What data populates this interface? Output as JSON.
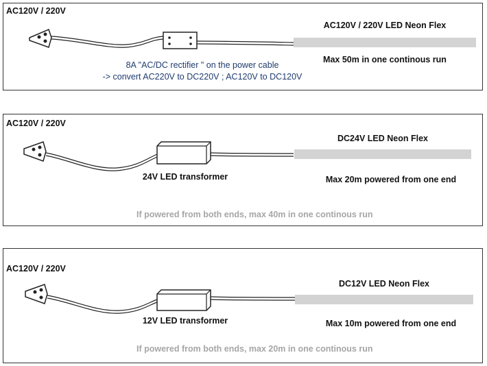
{
  "panels": [
    {
      "input_label": "AC120V / 220V",
      "product_label": "AC120V / 220V LED Neon Flex",
      "max_run": "Max 50m in one continous run",
      "device_note_line1": "8A  \"AC/DC  rectifier \" on the power cable",
      "device_note_line2": "-> convert AC220V to DC220V  ; AC120V to DC120V"
    },
    {
      "input_label": "AC120V / 220V",
      "product_label": "DC24V LED Neon Flex",
      "device_label": "24V LED transformer",
      "max_run": "Max 20m powered from one end",
      "both_ends_note": "If powered from both ends, max 40m in one continous run"
    },
    {
      "input_label": "AC120V / 220V",
      "product_label": "DC12V LED Neon Flex",
      "device_label": "12V LED transformer",
      "max_run": "Max 10m powered from one end",
      "both_ends_note": "If powered from both ends, max 20m in one continous run"
    }
  ],
  "colors": {
    "note_grey": "#a6a6a6",
    "annotation_blue": "#1f3b6e",
    "strip_grey": "#d3d3d3"
  },
  "icons": [
    "power-plug-icon",
    "rectifier-box-icon",
    "transformer-box-icon"
  ]
}
